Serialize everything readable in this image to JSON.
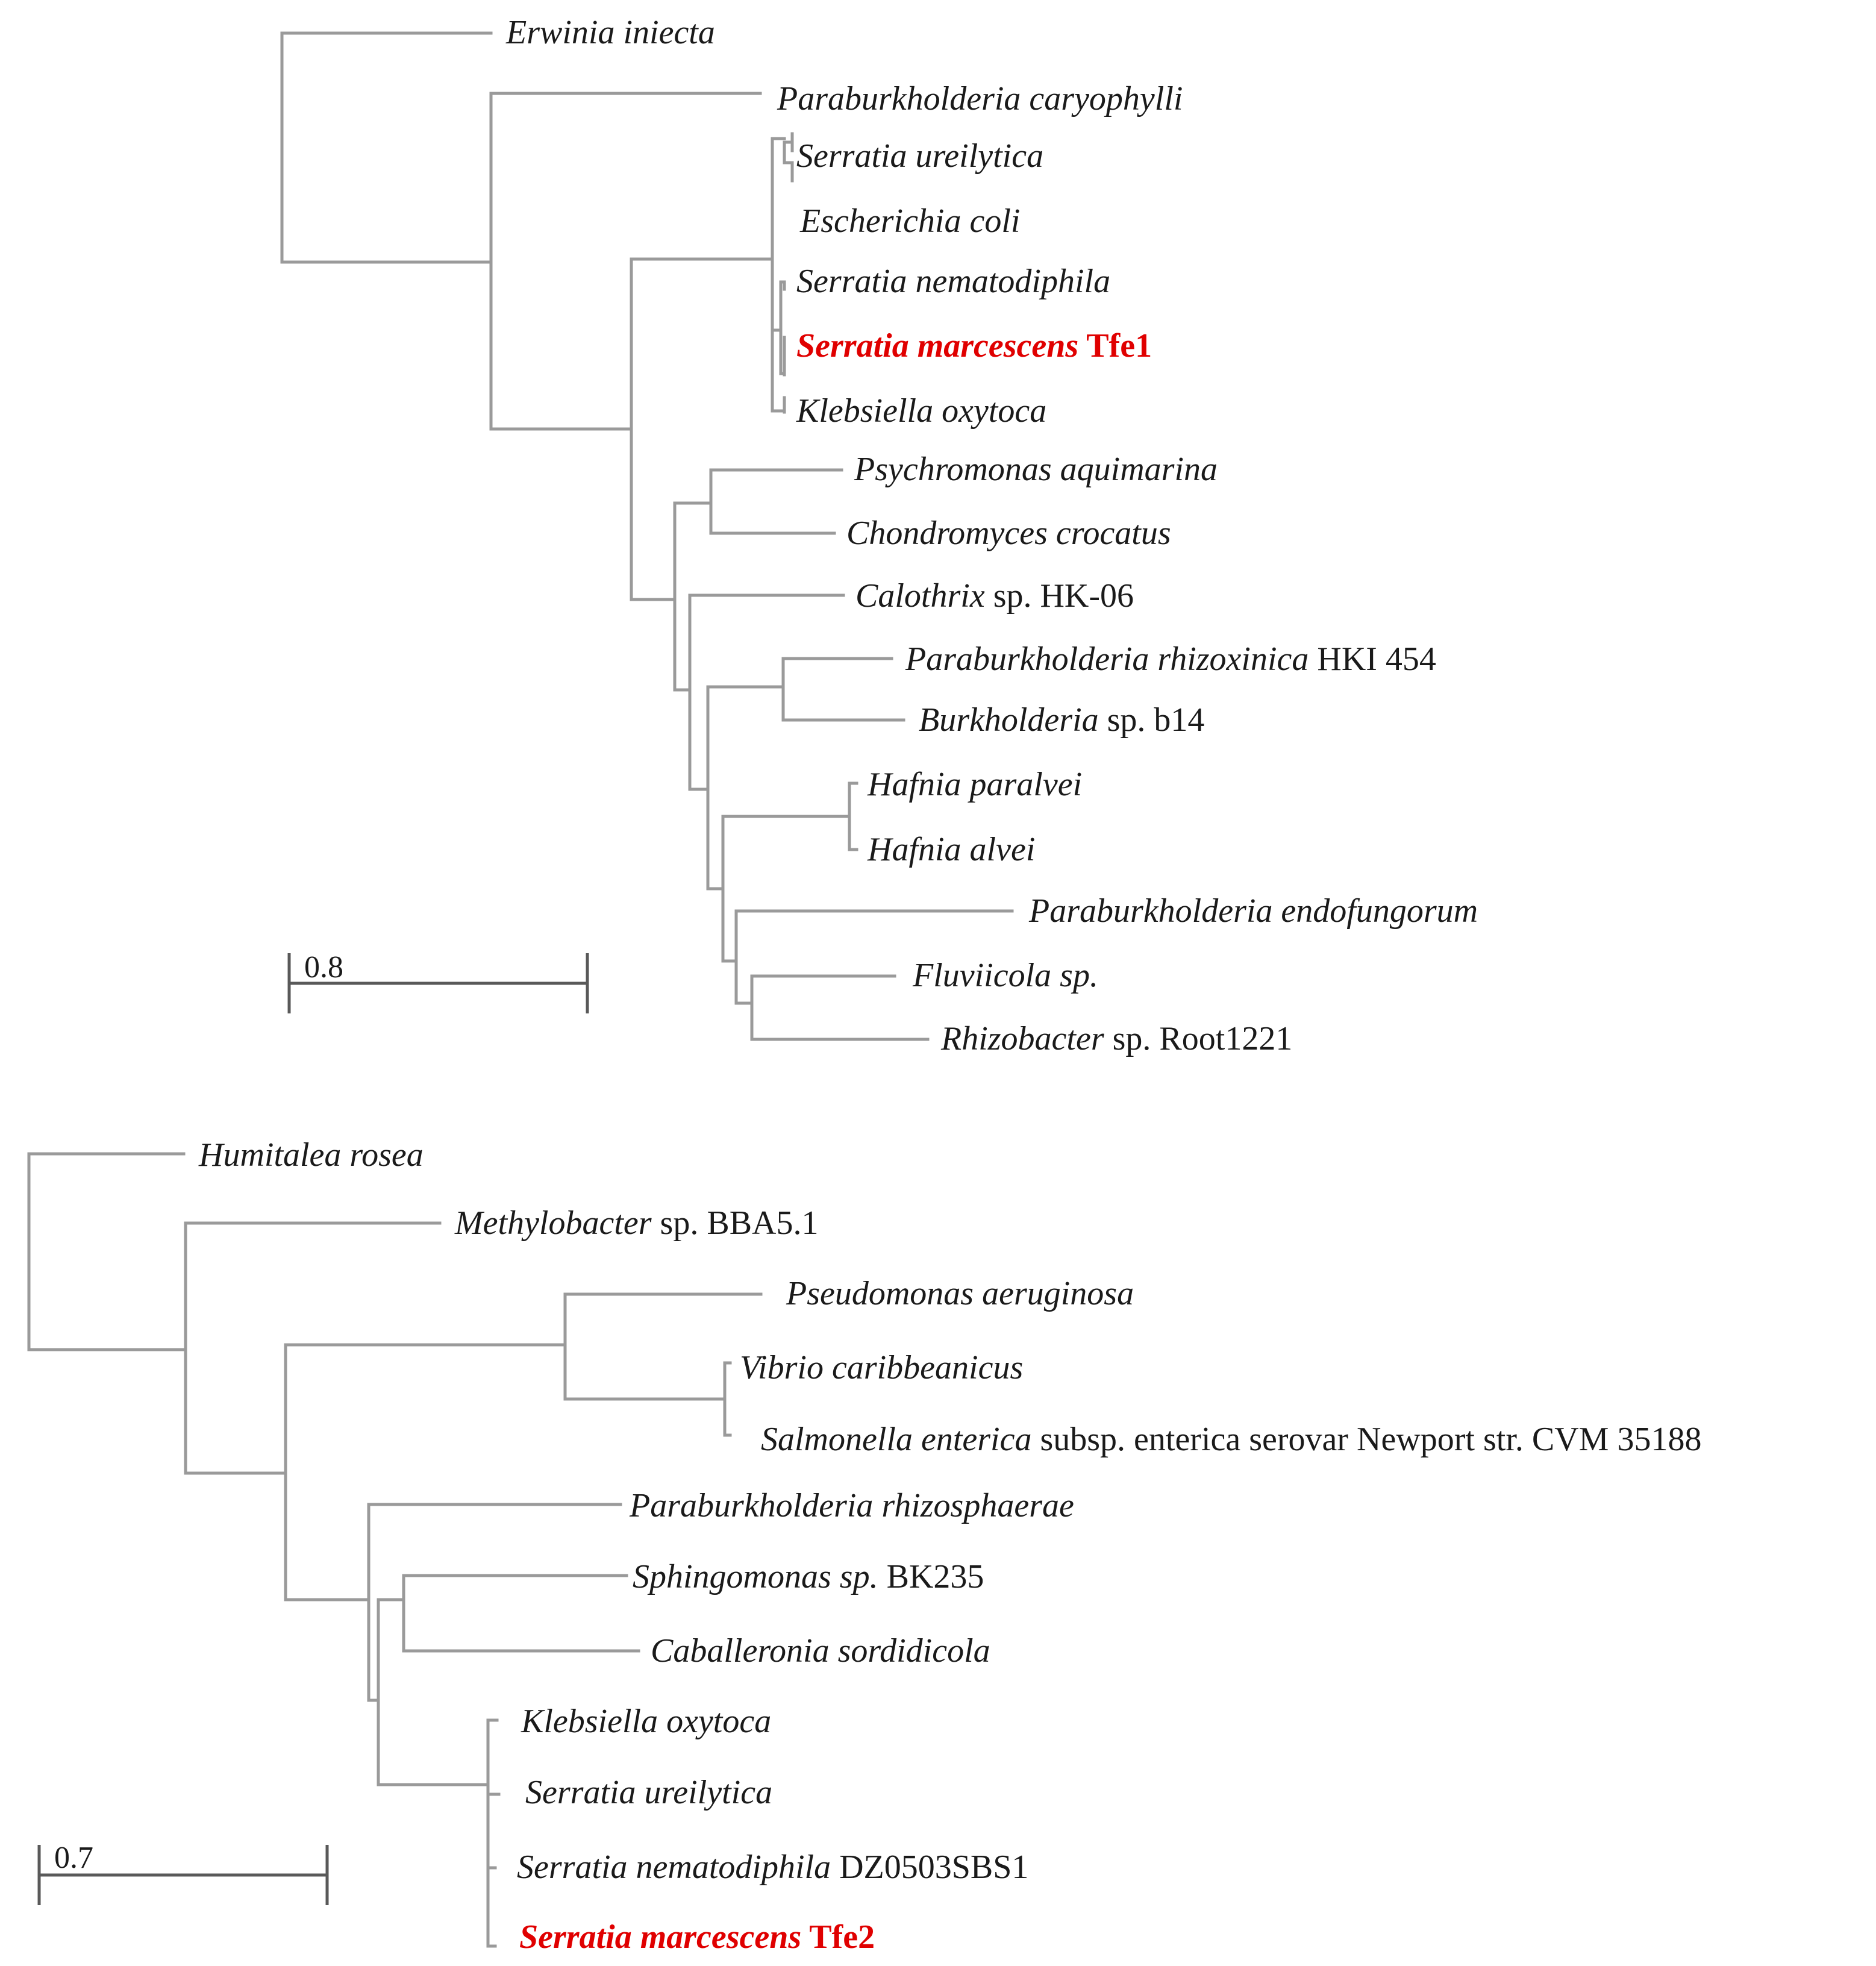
{
  "tree1": {
    "scale_label": "0.8",
    "highlight_color": "#e00000",
    "leaves": [
      {
        "genus": "Erwinia iniecta",
        "suffix": ""
      },
      {
        "genus": "Paraburkholderia caryophylli",
        "suffix": ""
      },
      {
        "genus": "Serratia ureilytica",
        "suffix": ""
      },
      {
        "genus": "Escherichia coli",
        "suffix": ""
      },
      {
        "genus": "Serratia nematodiphila",
        "suffix": ""
      },
      {
        "genus": "Serratia marcescens",
        "suffix": " Tfe1"
      },
      {
        "genus": "Klebsiella oxytoca",
        "suffix": ""
      },
      {
        "genus": "Psychromonas aquimarina",
        "suffix": ""
      },
      {
        "genus": "Chondromyces crocatus",
        "suffix": ""
      },
      {
        "genus": "Calothrix",
        "suffix": " sp. HK-06"
      },
      {
        "genus": "Paraburkholderia rhizoxinica",
        "suffix": " HKI 454"
      },
      {
        "genus": "Burkholderia",
        "suffix": " sp. b14"
      },
      {
        "genus": "Hafnia paralvei",
        "suffix": ""
      },
      {
        "genus": "Hafnia alvei",
        "suffix": ""
      },
      {
        "genus": "Paraburkholderia endofungorum",
        "suffix": ""
      },
      {
        "genus": "Fluviicola sp.",
        "suffix": ""
      },
      {
        "genus": "Rhizobacter",
        "suffix": " sp. Root1221"
      }
    ]
  },
  "tree2": {
    "scale_label": "0.7",
    "highlight_color": "#e00000",
    "leaves": [
      {
        "genus": "Humitalea rosea",
        "suffix": ""
      },
      {
        "genus": "Methylobacter",
        "suffix": " sp. BBA5.1"
      },
      {
        "genus": "Pseudomonas aeruginosa",
        "suffix": ""
      },
      {
        "genus": "Vibrio caribbeanicus",
        "suffix": ""
      },
      {
        "genus": "Salmonella enterica",
        "suffix": " subsp. enterica serovar Newport str. CVM 35188"
      },
      {
        "genus": "Paraburkholderia rhizosphaerae",
        "suffix": ""
      },
      {
        "genus": "Sphingomonas sp.",
        "suffix": " BK235"
      },
      {
        "genus": "Caballeronia sordidicola",
        "suffix": ""
      },
      {
        "genus": "Klebsiella oxytoca",
        "suffix": ""
      },
      {
        "genus": "Serratia ureilytica",
        "suffix": ""
      },
      {
        "genus": "Serratia nematodiphila",
        "suffix": " DZ0503SBS1"
      },
      {
        "genus": "Serratia marcescens",
        "suffix": " Tfe2"
      }
    ]
  }
}
